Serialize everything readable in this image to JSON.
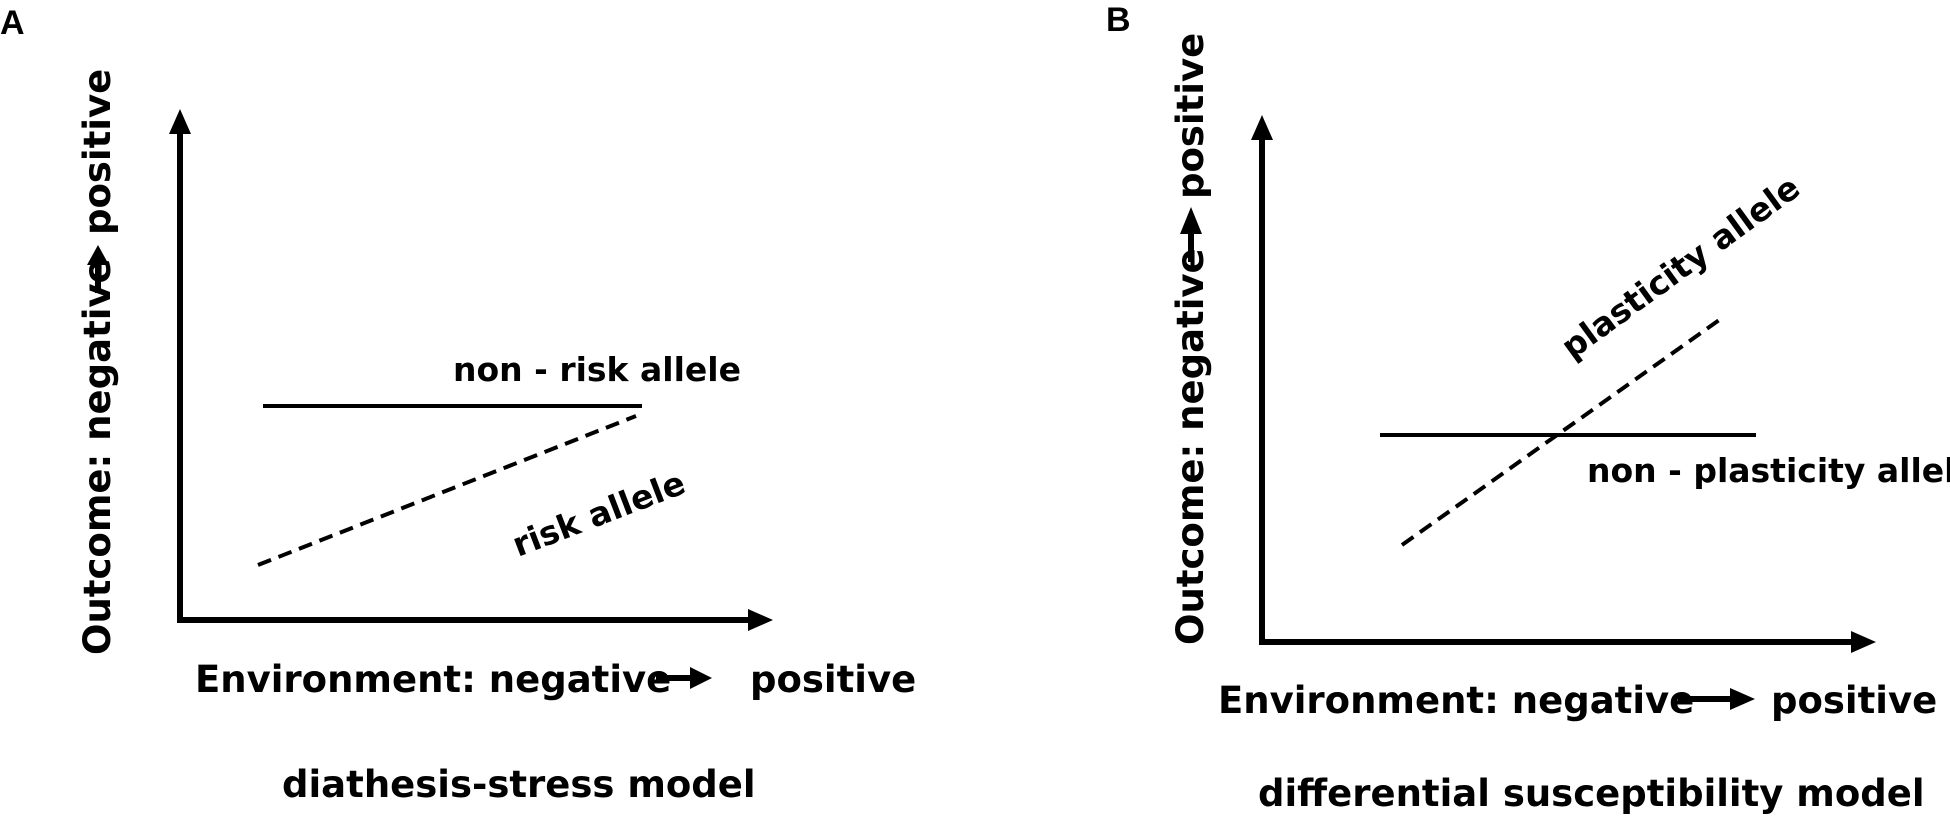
{
  "panel_a": {
    "letter": "A",
    "y_label_left": "Outcome: negative",
    "y_label_right": "positive",
    "x_label_left": "Environment: negative",
    "x_label_right": "positive",
    "solid_line_label": "non - risk allele",
    "dashed_line_label": "risk allele",
    "caption": "diathesis-stress model"
  },
  "panel_b": {
    "letter": "B",
    "y_label_left": "Outcome: negative",
    "y_label_right": "positive",
    "x_label_left": "Environment: negative",
    "x_label_right": "positive",
    "solid_line_label": "non - plasticity allele",
    "dashed_line_label": "plasticity allele",
    "caption": "differential susceptibility model"
  }
}
